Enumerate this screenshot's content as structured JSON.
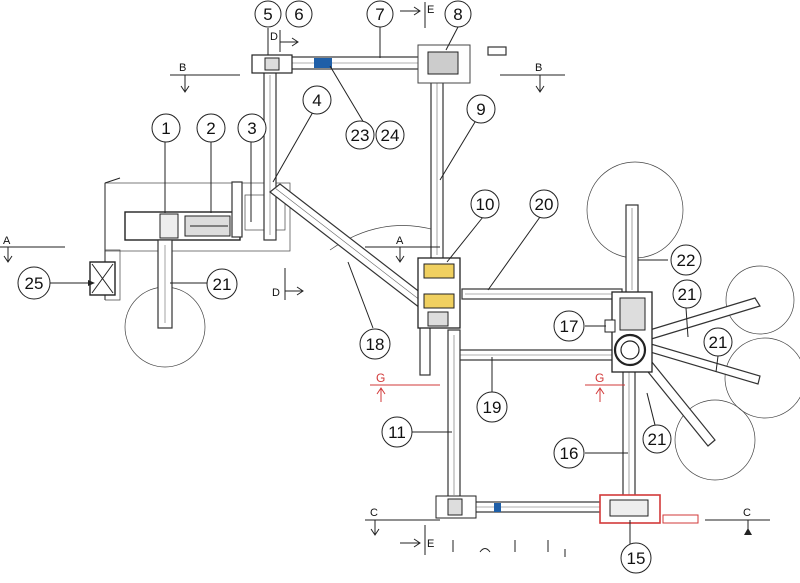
{
  "diagram": {
    "callouts": [
      "1",
      "2",
      "3",
      "4",
      "5",
      "6",
      "7",
      "8",
      "9",
      "10",
      "11",
      "15",
      "16",
      "17",
      "18",
      "19",
      "20",
      "21",
      "21",
      "21",
      "21",
      "22",
      "23",
      "24",
      "25"
    ],
    "section_markers": {
      "A_left": "A",
      "A_right": "A",
      "B_left": "B",
      "B_right": "B",
      "C_left": "C",
      "C_right": "C",
      "D_top": "D",
      "D_bottom": "D",
      "E_top": "E",
      "E_bottom": "E",
      "G_left": "G",
      "G_right": "G"
    },
    "colors": {
      "line": "#222222",
      "accent_blue": "#1f5fa8",
      "section_red": "#d23a3a"
    }
  }
}
